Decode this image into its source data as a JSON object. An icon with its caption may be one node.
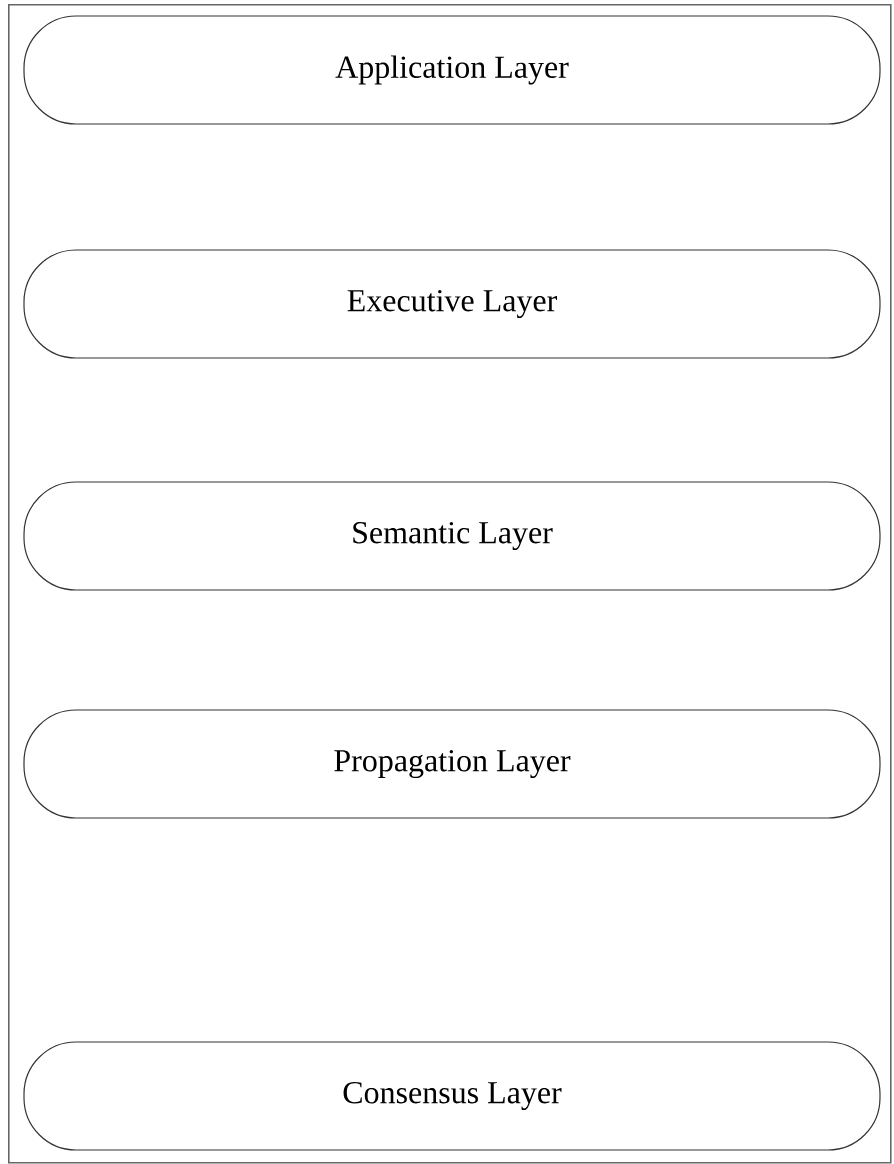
{
  "diagram": {
    "nodes": [
      {
        "text": [],
        "shape": "box"
      },
      {
        "text": [
          "Application Layer"
        ],
        "in": 0
      },
      {
        "text": [
          "Executive Layer"
        ],
        "in": 0
      },
      {
        "text": [
          "Semantic Layer"
        ],
        "in": 0
      },
      {
        "text": [
          "Propagation Layer"
        ],
        "in": 0
      },
      {
        "text": [
          "Consensus Layer"
        ],
        "in": 0
      }
    ]
  }
}
